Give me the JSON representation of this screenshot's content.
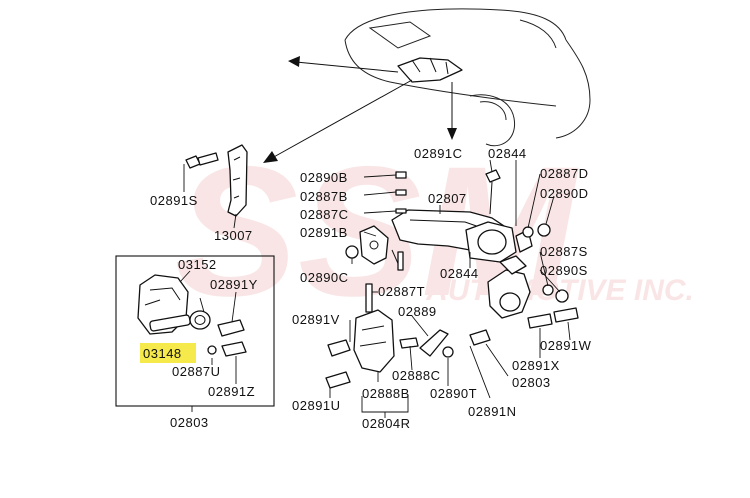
{
  "watermark": {
    "text": "SSM",
    "subtext": "AUTOMOTIVE INC."
  },
  "highlight_color": "#f5e94b",
  "labels": {
    "p02891S": "02891S",
    "p13007": "13007",
    "p02890B": "02890B",
    "p02887B": "02887B",
    "p02887C": "02887C",
    "p02891B": "02891B",
    "p02891C": "02891C",
    "p02844a": "02844",
    "p02887D": "02887D",
    "p02890D": "02890D",
    "p02807": "02807",
    "p02890C": "02890C",
    "p02844b": "02844",
    "p02887S": "02887S",
    "p02890S": "02890S",
    "p02887T": "02887T",
    "p03152": "03152",
    "p02891Y": "02891Y",
    "p03148": "03148",
    "p02887U": "02887U",
    "p02891Z": "02891Z",
    "p02803a": "02803",
    "p02891V": "02891V",
    "p02889": "02889",
    "p02891W": "02891W",
    "p02891X": "02891X",
    "p02888C": "02888C",
    "p02803b": "02803",
    "p02888B": "02888B",
    "p02890T": "02890T",
    "p02891U": "02891U",
    "p02891N": "02891N",
    "p02804R": "02804R"
  }
}
